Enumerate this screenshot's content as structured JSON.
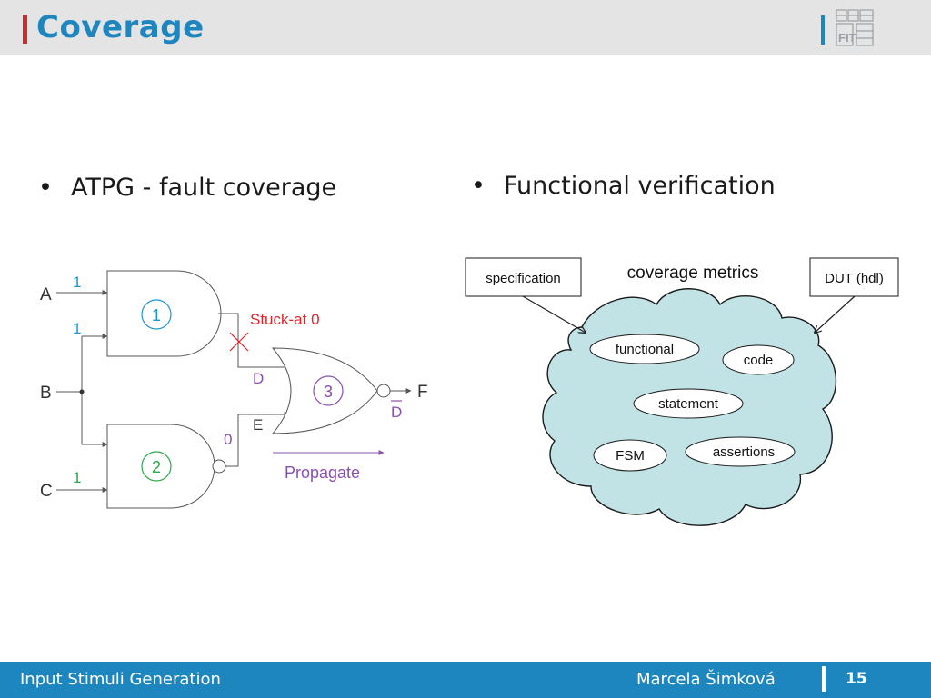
{
  "header": {
    "title": "Coverage",
    "logo_text": "FIT"
  },
  "bullets": {
    "left": "ATPG - fault coverage",
    "right": "Functional verification",
    "marker": "•"
  },
  "circuit": {
    "inputs": {
      "a": "A",
      "b": "B",
      "c": "C"
    },
    "input_values": {
      "a": "1",
      "b": "1",
      "c": "1"
    },
    "gates": {
      "g1": "1",
      "g2": "2",
      "g3": "3"
    },
    "fault_label": "Stuck-at 0",
    "nets": {
      "d": "D",
      "e": "E",
      "e_value": "0",
      "d_value": "D",
      "d_bar": "D"
    },
    "output": "F",
    "propagate": "Propagate",
    "colors": {
      "fault": "#e0262b",
      "value": "#1f94d0",
      "gate2": "#2aa84a",
      "gate3": "#8a4fb0"
    }
  },
  "coverage": {
    "title": "coverage metrics",
    "spec_box": "specification",
    "dut_box": "DUT (hdl)",
    "metrics": {
      "functional": "functional",
      "code": "code",
      "statement": "statement",
      "fsm": "FSM",
      "assertions": "assertions"
    },
    "cloud_color": "#c1e3e6"
  },
  "footer": {
    "course": "Input Stimuli Generation",
    "author": "Marcela Šimková",
    "page": "15"
  }
}
